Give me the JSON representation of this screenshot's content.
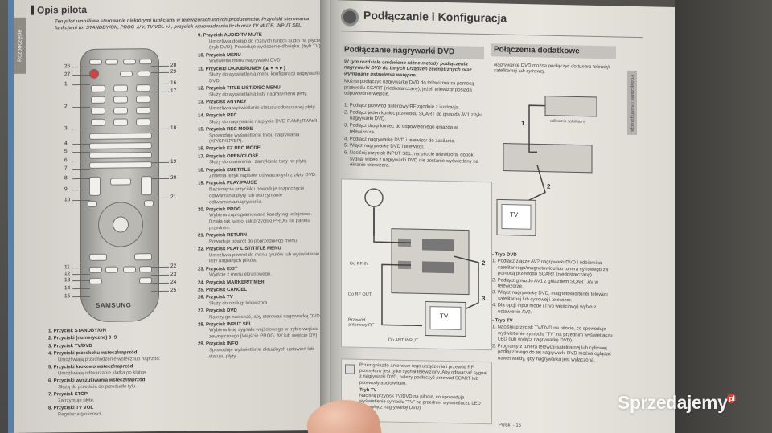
{
  "left_page": {
    "side_tab": "Rozpoczęcie",
    "title": "Opis pilota",
    "intro": "Ten pilot umożliwia sterowanie niektórymi funkcjami w telewizorach innych producentów. Przyciski sterowania funkcjami to: STANDBY/ON, PROG ∧/∨, TV VOL +/-, przycisk wprowadzania liczb oraz TV MUTE, INPUT SEL.",
    "remote_logo": "SAMSUNG",
    "callouts_left": [
      "26",
      "27",
      "1",
      "2",
      "3",
      "4",
      "5",
      "6",
      "7",
      "8",
      "9",
      "10",
      "11",
      "12",
      "13",
      "14",
      "15"
    ],
    "callouts_right": [
      "28",
      "29",
      "16",
      "17",
      "18",
      "19",
      "20",
      "21",
      "22",
      "23",
      "24",
      "25"
    ],
    "list_bottom": [
      {
        "t": "1.  Przycisk STANDBY/ON",
        "d": ""
      },
      {
        "t": "2.  Przyciski (numeryczne) 0~9",
        "d": ""
      },
      {
        "t": "3.  Przycisk TV/DVD",
        "d": ""
      },
      {
        "t": "4.  Przyciski przeskoku wstecz/naprzód",
        "d": "Umożliwiają przechodzenie wstecz lub naprzód."
      },
      {
        "t": "5.  Przyciski krokowo wstecz/naprzód",
        "d": "Umożliwiają odtwarzanie klatka po klatce."
      },
      {
        "t": "6.  Przyciski wyszukiwania wstecz/naprzód",
        "d": "Służą do przejścia do przodu/do tyłu."
      },
      {
        "t": "7.  Przycisk STOP",
        "d": "Zatrzymuje płytę."
      },
      {
        "t": "8.  Przyciski TV VOL",
        "d": "Regulacja głośności."
      }
    ],
    "list_right": [
      {
        "t": "9.  Przycisk AUDIO/TV MUTE",
        "d": "Umożliwia dostęp do różnych funkcji audio na płycie (tryb DVD). Powoduje wyciszenie dźwięku. (tryb TV)"
      },
      {
        "t": "10. Przycisk MENU",
        "d": "Wyświetla menu nagrywarki DVD."
      },
      {
        "t": "11. Przyciski OK/KIERUNEK (▲▼◄►)",
        "d": "Służy do wyświetlenia menu konfiguracji nagrywarki DVD."
      },
      {
        "t": "12. Przycisk TITLE LIST/DISC MENU",
        "d": "Służy do wyświetlania listy nagrań/menu płyty."
      },
      {
        "t": "13. Przycisk ANYKEY",
        "d": "Umożliwia wyświetlanie statusu odtwarzanej płyty."
      },
      {
        "t": "14. Przycisk REC",
        "d": "Służy do nagrywania na płycie DVD-RAM/±RW/±R."
      },
      {
        "t": "15. Przycisk REC MODE",
        "d": "Spowoduje wyświetlenie trybu nagrywania (XP/SP/LP/EP)."
      },
      {
        "t": "16. Przycisk EZ REC MODE",
        "d": ""
      },
      {
        "t": "17. Przycisk OPEN/CLOSE",
        "d": "Służy do otwierania i zamykania tacy na płytę."
      },
      {
        "t": "18. Przycisk SUBTITLE",
        "d": "Zmienia język napisów odtwarzanych z płyty DVD."
      },
      {
        "t": "19. Przycisk PLAY/PAUSE",
        "d": "Naciśnięcie przycisku powoduje rozpoczęcie odtwarzania płyty lub wstrzymanie odtwarzania/nagrywania."
      },
      {
        "t": "20. Przycisk PROG",
        "d": "Wybiera zaprogramowane kanały wg kolejności. Działa tak samo, jak przyciski PROG na panelu przednim."
      },
      {
        "t": "21. Przycisk RETURN",
        "d": "Powoduje powrót do poprzedniego menu."
      },
      {
        "t": "22. Przycisk PLAY LIST/TITLE MENU",
        "d": "Umożliwia powrót do menu tytułów lub wyświetlenie listy nagranych plików."
      },
      {
        "t": "23. Przycisk EXIT",
        "d": "Wyjście z menu ekranowego."
      },
      {
        "t": "24. Przycisk MARKER/TIMER",
        "d": ""
      },
      {
        "t": "25. Przycisk CANCEL",
        "d": ""
      },
      {
        "t": "26. Przycisk TV",
        "d": "Służy do obsługi telewizora."
      },
      {
        "t": "27. Przycisk DVD",
        "d": "Należy go nacisnąć, aby sterować nagrywarką DVD."
      },
      {
        "t": "28. Przycisk INPUT SEL.",
        "d": "Wybiera linię sygnału wejściowego w trybie wejścia zewnętrznego [Wejście PROG, AV lub wejście DV]"
      },
      {
        "t": "29. Przycisk INFO",
        "d": "Spowoduje wyświetlenie aktualnych ustawień lub statusu płyty."
      }
    ]
  },
  "right_page": {
    "title": "Podłączanie i Konfiguracja",
    "section_left": "Podłączanie nagrywarki DVD",
    "section_right": "Połączenia dodatkowe",
    "intro_bold": "W tym rozdziale omówiono różne metody podłączenia nagrywarki DVD do innych urządzeń zewnętrznych oraz wymagane ustawienia wstępne.",
    "intro_text": "Można podłączyć nagrywarkę DVD do telewizora za pomocą przewodu SCART (niedostarczany), jeżeli telewizor posiada odpowiednie wejście.",
    "steps": [
      "1. Podłącz przewód antenowy RF zgodnie z ilustracją.",
      "2. Podłącz jeden koniec przewodu SCART do gniazda AV1 z tyłu nagrywarki DVD.",
      "3. Podłącz drugi koniec do odpowiedniego gniazda w telewizorze.",
      "4. Podłącz nagrywarkę DVD i telewizor do zasilania.",
      "5. Włącz nagrywarkę DVD i telewizor.",
      "6. Naciśnij przycisk INPUT SEL. na pilocie telewizora, dopóki sygnał wideo z nagrywarki DVD nie zostanie wyświetlony na ekranie telewizora."
    ],
    "right_intro": "Nagrywarkę DVD można podłączyć do tunera telewizji satelitarnej lub cyfrowej.",
    "diagram1_labels": {
      "rf_in": "Do RF IN",
      "rf_out": "Do RF OUT",
      "antenna": "Przewód antenowy RF",
      "ant_input": "Do ANT INPUT",
      "tv": "TV",
      "n2": "2",
      "n3": "3"
    },
    "diagram2_labels": {
      "n1": "1",
      "n2": "2",
      "tv": "TV",
      "box": "odbiornik satelitarny"
    },
    "note_text": "Przez gniazdo antenowe tego urządzenia i przewód RF przesyłany jest tylko sygnał telewizyjny. Aby odtwarzać sygnał z nagrywarki DVD, należy podłączyć przewód SCART lub przewody audio/wideo.",
    "note_tryb_head": "Tryb TV",
    "note_tryb_text": "Naciśnij przycisk TV/DVD na pilocie, co spowoduje wyświetlenie symbolu \"TV\" na przednim wyświetlaczu LED (lub wyłącz nagrywarkę DVD).",
    "tryb_dvd_head": "- Tryb DVD",
    "tryb_dvd_steps": [
      "1. Podłącz złącze AV2 nagrywarki DVD i odbiornika satelitarnego/magnetowidu lub tunera cyfrowego za pomocą przewodu SCART (niedostarczany).",
      "2. Podłącz gniazdo AV1 z gniazdem SCART AV w telewizorze.",
      "3. Włącz nagrywarkę DVD, magnetowid/tuner telewizji satelitarnej lub cyfrowej i telewizor.",
      "4. Dla opcji Input mode (Tryb wejściowy) wybierz ustawienie AV2."
    ],
    "tryb_tv_head": "- Tryb TV",
    "tryb_tv_steps": [
      "1. Naciśnij przycisk TV/DVD na pilocie, co spowoduje wyświetlenie symbolu \"TV\" na przednim wyświetlaczu LED (lub wyłącz nagrywarkę DVD).",
      "2. Programy z tunera telewizji satelitarnej lub cyfrowej podłączonego do tej nagrywarki DVD można oglądać nawet wtedy, gdy nagrywarka jest wyłączona."
    ],
    "side_tab": "Podłączanie i Konfiguracja",
    "page_number": "Polski - 15"
  },
  "watermark": {
    "name": "Sprzedajemy",
    "tld": "pl"
  }
}
